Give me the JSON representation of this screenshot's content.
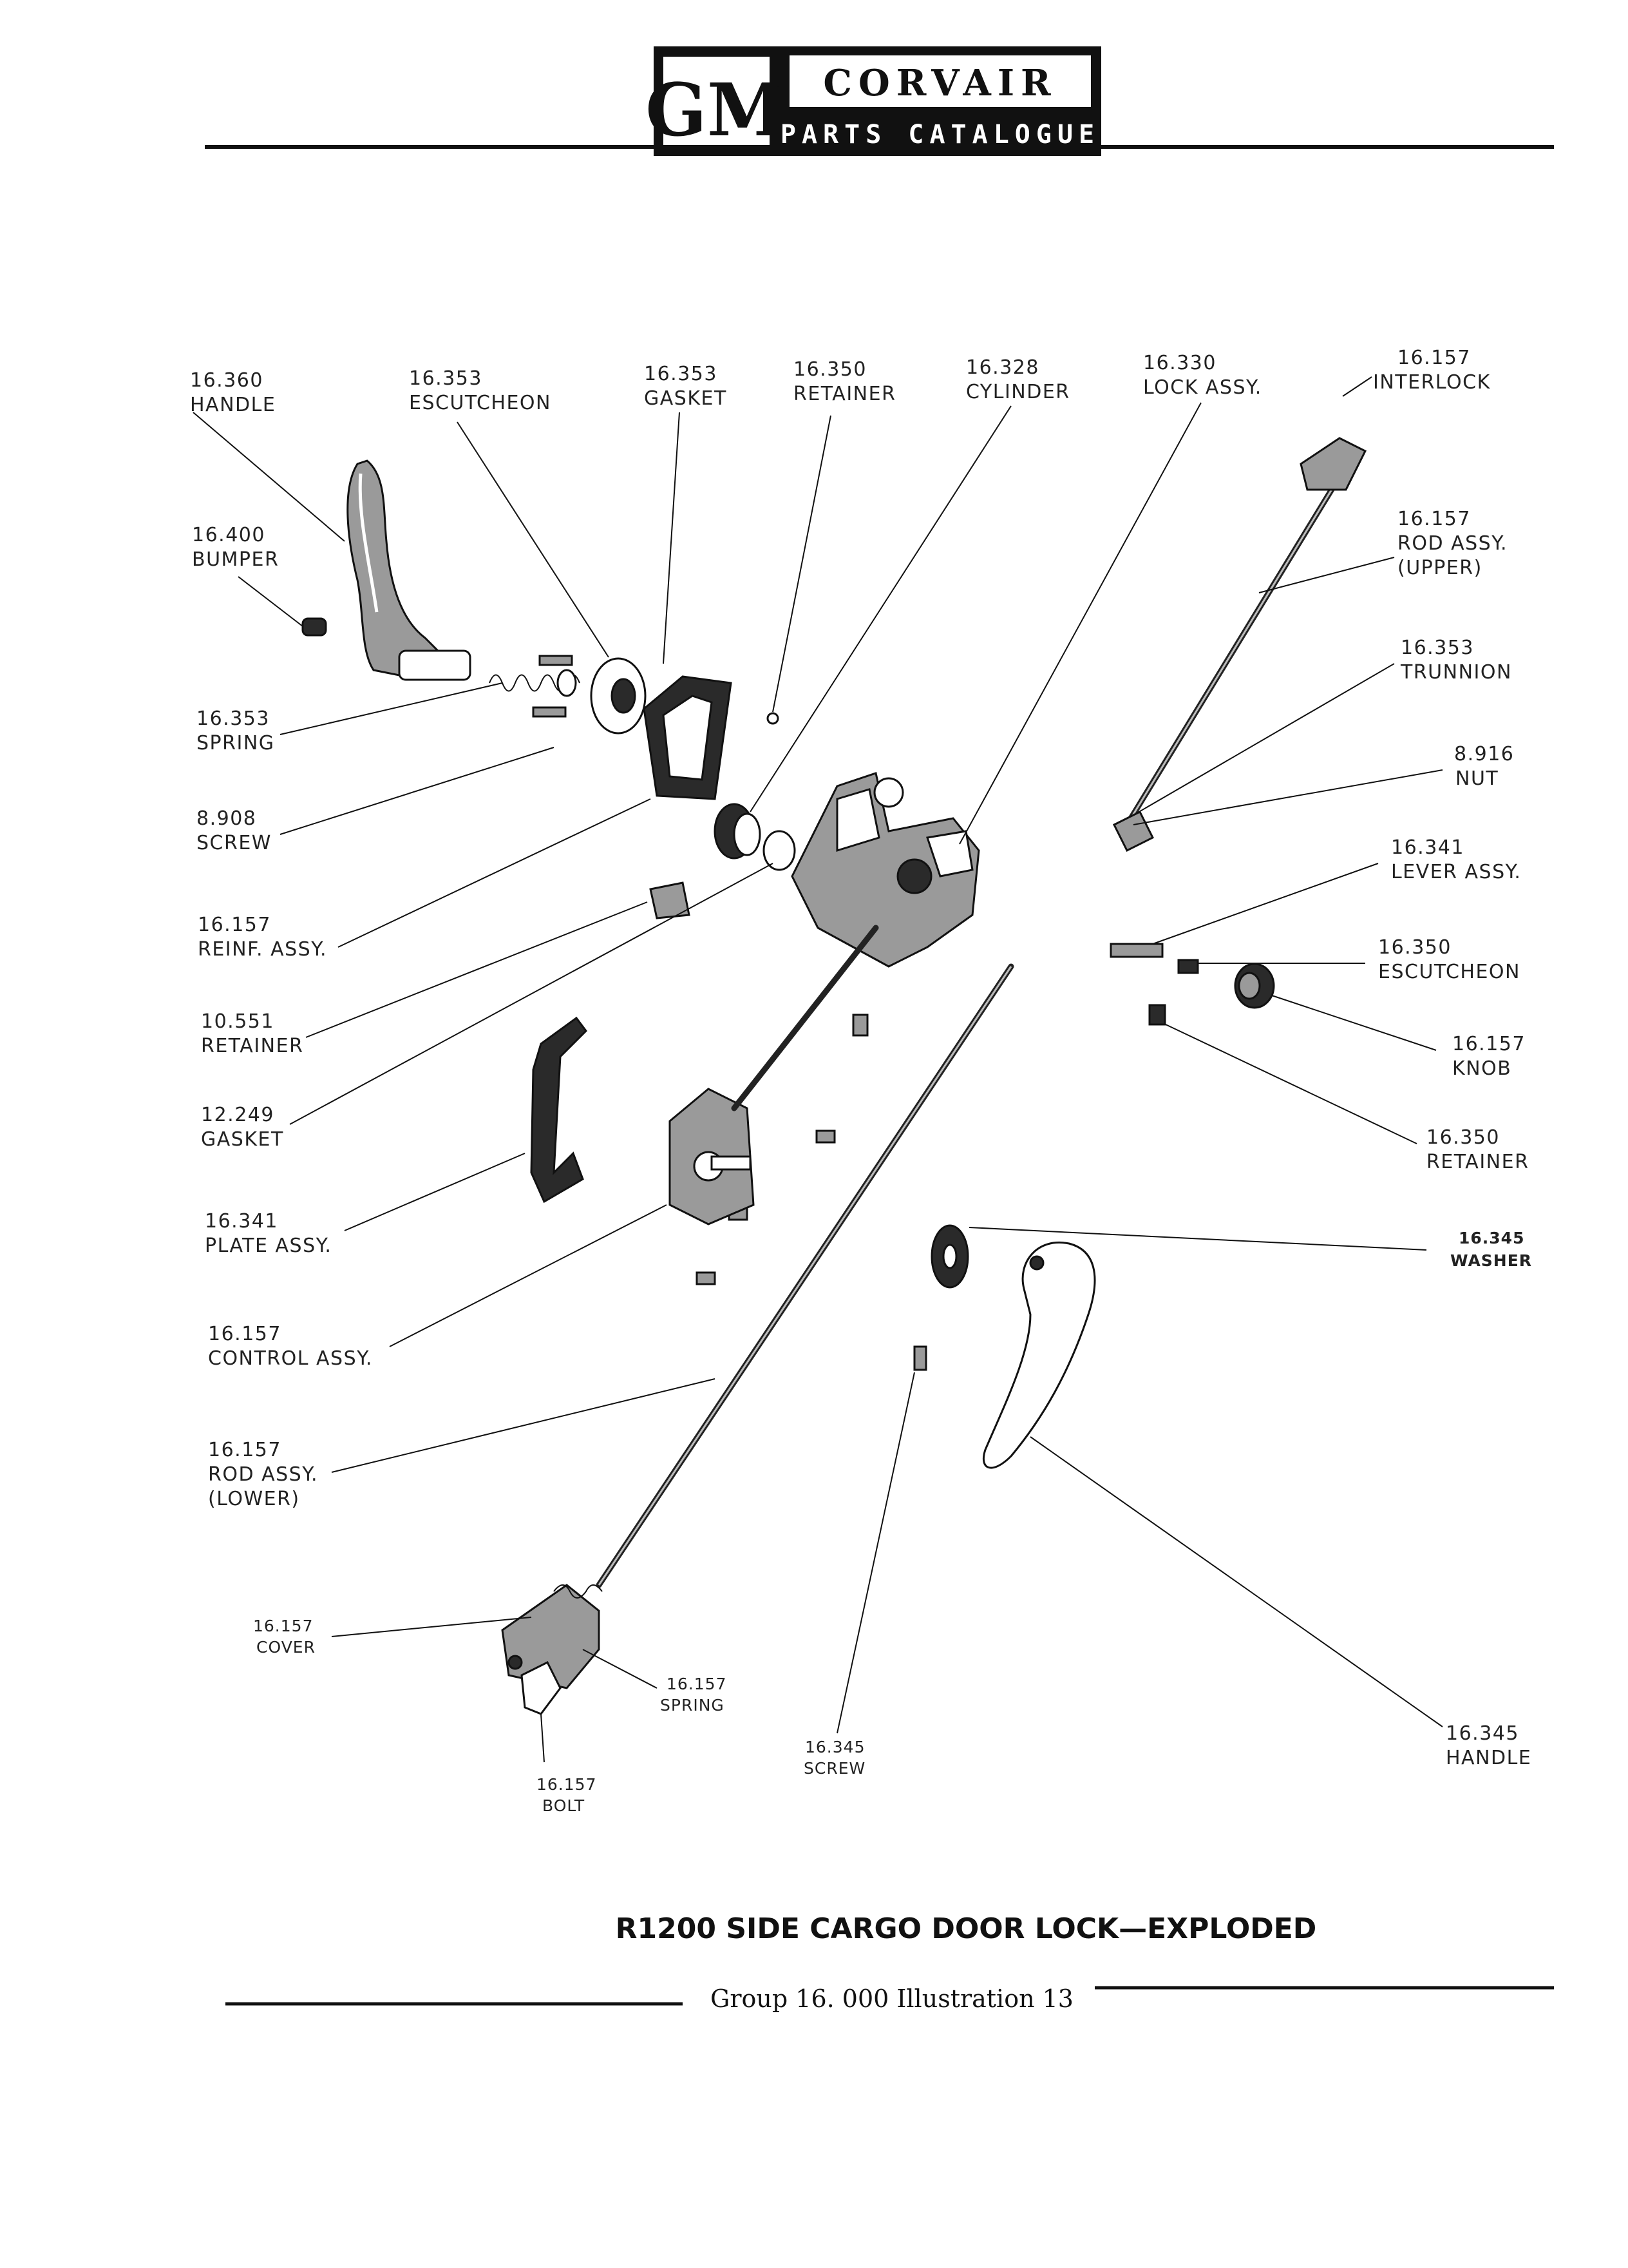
{
  "header": {
    "logo": "GM",
    "brand": "CORVAIR",
    "subtitle": "PARTS CATALOGUE"
  },
  "labels": {
    "handle_upper": [
      "16.360",
      "HANDLE"
    ],
    "escutcheon_upper": [
      "16.353",
      "ESCUTCHEON"
    ],
    "gasket_upper": [
      "16.353",
      "GASKET"
    ],
    "retainer_upper": [
      "16.350",
      "RETAINER"
    ],
    "cylinder": [
      "16.328",
      "CYLINDER"
    ],
    "lock_assy": [
      "16.330",
      "LOCK ASSY."
    ],
    "interlock": [
      "16.157",
      "INTERLOCK"
    ],
    "bumper": [
      "16.400",
      "BUMPER"
    ],
    "rod_upper": [
      "16.157",
      "ROD ASSY.",
      "(UPPER)"
    ],
    "trunnion": [
      "16.353",
      "TRUNNION"
    ],
    "spring_upper": [
      "16.353",
      "SPRING"
    ],
    "nut": [
      "8.916",
      "NUT"
    ],
    "screw_upper": [
      "8.908",
      "SCREW"
    ],
    "lever_assy": [
      "16.341",
      "LEVER ASSY."
    ],
    "reinf_assy": [
      "16.157",
      "REINF. ASSY."
    ],
    "escutcheon_right": [
      "16.350",
      "ESCUTCHEON"
    ],
    "retainer_left": [
      "10.551",
      "RETAINER"
    ],
    "knob": [
      "16.157",
      "KNOB"
    ],
    "gasket_left": [
      "12.249",
      "GASKET"
    ],
    "retainer_right": [
      "16.350",
      "RETAINER"
    ],
    "plate_assy": [
      "16.341",
      "PLATE ASSY."
    ],
    "washer": [
      "16.345",
      "WASHER"
    ],
    "control_assy": [
      "16.157",
      "CONTROL ASSY."
    ],
    "rod_lower": [
      "16.157",
      "ROD ASSY.",
      "(LOWER)"
    ],
    "cover": [
      "16.157",
      "COVER"
    ],
    "spring_lower": [
      "16.157",
      "SPRING"
    ],
    "screw_lower": [
      "16.345",
      "SCREW"
    ],
    "handle_lower": [
      "16.345",
      "HANDLE"
    ],
    "bolt": [
      "16.157",
      "BOLT"
    ]
  },
  "caption": "R1200 SIDE CARGO DOOR LOCK—EXPLODED",
  "footer": "Group 16. 000  Illustration 13"
}
